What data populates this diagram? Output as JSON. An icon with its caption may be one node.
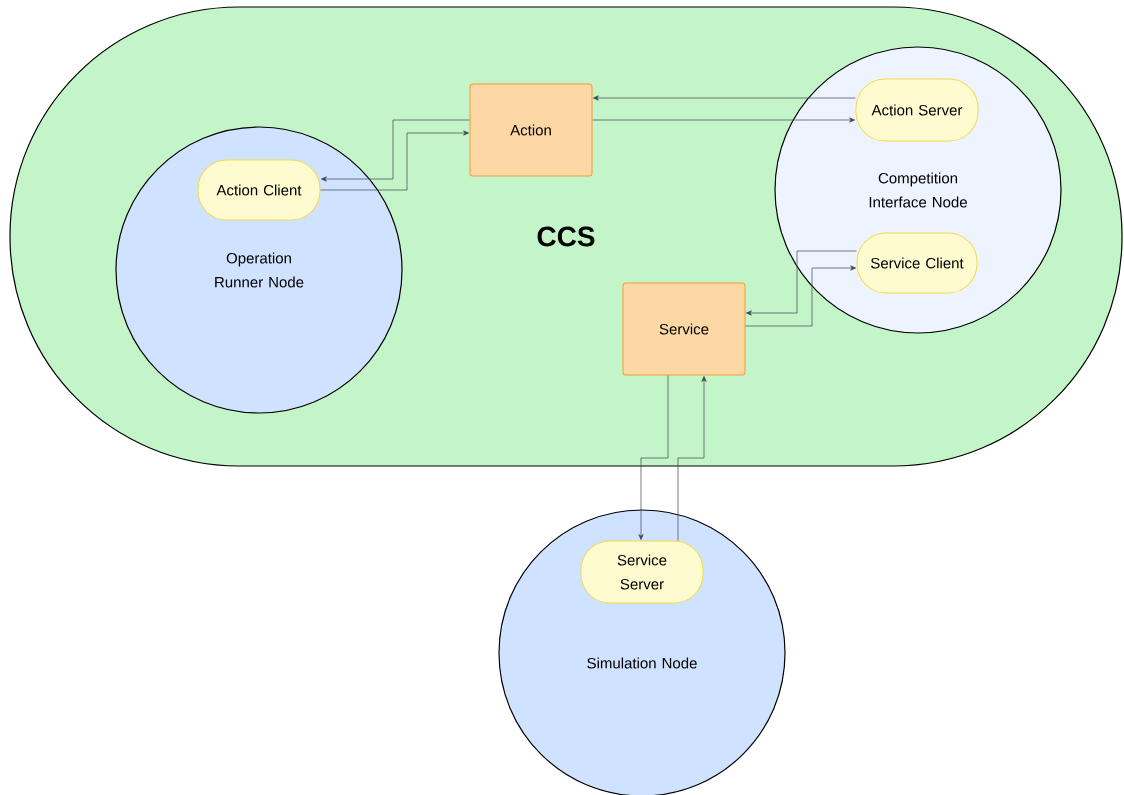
{
  "diagram": {
    "nodes": [
      {
        "text": [
          "CCS"
        ]
      },
      {
        "text": [
          "Operation Runner Node"
        ],
        "in": 0
      },
      {
        "text": [
          "Action Client"
        ],
        "in": 1
      },
      {
        "text": [
          "Action"
        ],
        "in": 0
      },
      {
        "text": [
          "Competition Interface Node"
        ],
        "in": 0
      },
      {
        "text": [
          "Action Server"
        ],
        "in": 4
      },
      {
        "text": [
          "Service Client"
        ],
        "in": 4
      },
      {
        "text": [
          "Service"
        ],
        "in": 0
      },
      {
        "text": [
          "Simulation Node"
        ]
      },
      {
        "text": [
          "Service Server"
        ],
        "in": 8
      }
    ],
    "edges": [
      {
        "from": 3,
        "to": 2,
        "arrow": "to"
      },
      {
        "from": 2,
        "to": 3,
        "arrow": "to"
      },
      {
        "from": 3,
        "to": 5,
        "arrow": "to"
      },
      {
        "from": 5,
        "to": 3,
        "arrow": "to"
      },
      {
        "from": 6,
        "to": 7,
        "arrow": "to"
      },
      {
        "from": 7,
        "to": 6,
        "arrow": "to"
      },
      {
        "from": 7,
        "to": 9,
        "arrow": "to"
      },
      {
        "from": 9,
        "to": 7,
        "arrow": "to"
      }
    ]
  }
}
